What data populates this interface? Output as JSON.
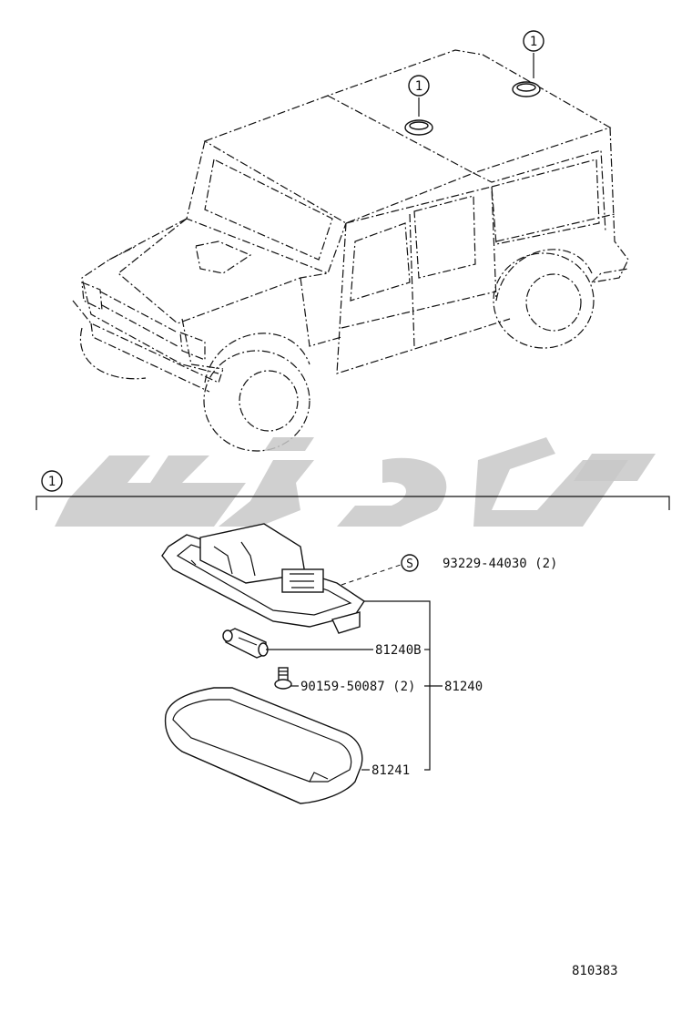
{
  "callouts": {
    "ref_mark": "1",
    "fastener_mark": "S"
  },
  "parts": {
    "screw_s": "93229-44030 (2)",
    "bulb": "81240B",
    "clip": "90159-50087 (2)",
    "assembly": "81240",
    "lens": "81241"
  },
  "figure": {
    "illustration_number": "810383"
  },
  "colors": {
    "line": "#111111",
    "watermark": "#c8c8c8",
    "background": "#ffffff"
  }
}
